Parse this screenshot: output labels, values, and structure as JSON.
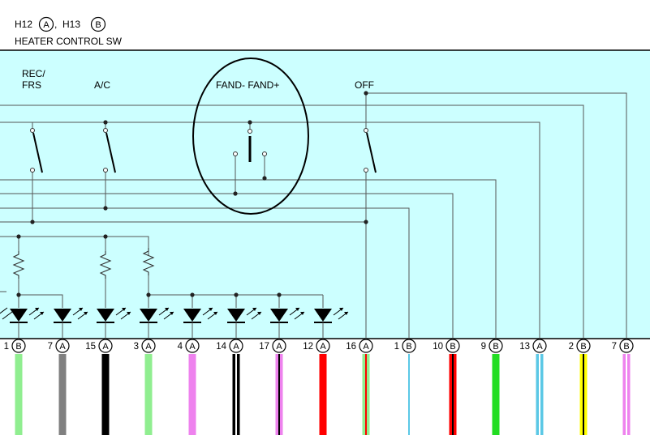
{
  "header": {
    "connector_a_id": "H12",
    "connector_a_letter": "A",
    "separator": ",",
    "connector_b_id": "H13",
    "connector_b_letter": "B",
    "component_name": "HEATER CONTROL SW"
  },
  "switch_labels": {
    "rec_frs_line1": "REC/",
    "rec_frs_line2": "FRS",
    "ac": "A/C",
    "fand": "FAND- FAND+",
    "off": "OFF"
  },
  "pins": [
    {
      "num": "1",
      "conn": "B",
      "wire": "#90ee90",
      "stripe": ""
    },
    {
      "num": "7",
      "conn": "A",
      "wire": "#808080",
      "stripe": ""
    },
    {
      "num": "15",
      "conn": "A",
      "wire": "#000000",
      "stripe": ""
    },
    {
      "num": "3",
      "conn": "A",
      "wire": "#90ee90",
      "stripe": ""
    },
    {
      "num": "4",
      "conn": "A",
      "wire": "#ee82ee",
      "stripe": ""
    },
    {
      "num": "14",
      "conn": "A",
      "wire": "#000000",
      "stripe": "#ffffff"
    },
    {
      "num": "17",
      "conn": "A",
      "wire": "#ee82ee",
      "stripe": "#000000"
    },
    {
      "num": "12",
      "conn": "A",
      "wire": "#ff0000",
      "stripe": ""
    },
    {
      "num": "16",
      "conn": "A",
      "wire": "#90ee90",
      "stripe": "#ff0000"
    },
    {
      "num": "1",
      "conn": "B",
      "wire": "#ffffff",
      "stripe": "#5bc8e6"
    },
    {
      "num": "10",
      "conn": "B",
      "wire": "#ff0000",
      "stripe": "#000000"
    },
    {
      "num": "9",
      "conn": "B",
      "wire": "#22dd22",
      "stripe": ""
    },
    {
      "num": "13",
      "conn": "A",
      "wire": "#5bc8e6",
      "stripe": "#ffffff"
    },
    {
      "num": "2",
      "conn": "B",
      "wire": "#ffff00",
      "stripe": "#000000"
    },
    {
      "num": "7",
      "conn": "B",
      "wire": "#ee82ee",
      "stripe": "#ffffff"
    },
    {
      "num": "1",
      "conn": "",
      "wire": "",
      "stripe": ""
    }
  ],
  "colors": {
    "panel_fill": "#ccffff",
    "line": "#555555",
    "led": "#000000"
  }
}
